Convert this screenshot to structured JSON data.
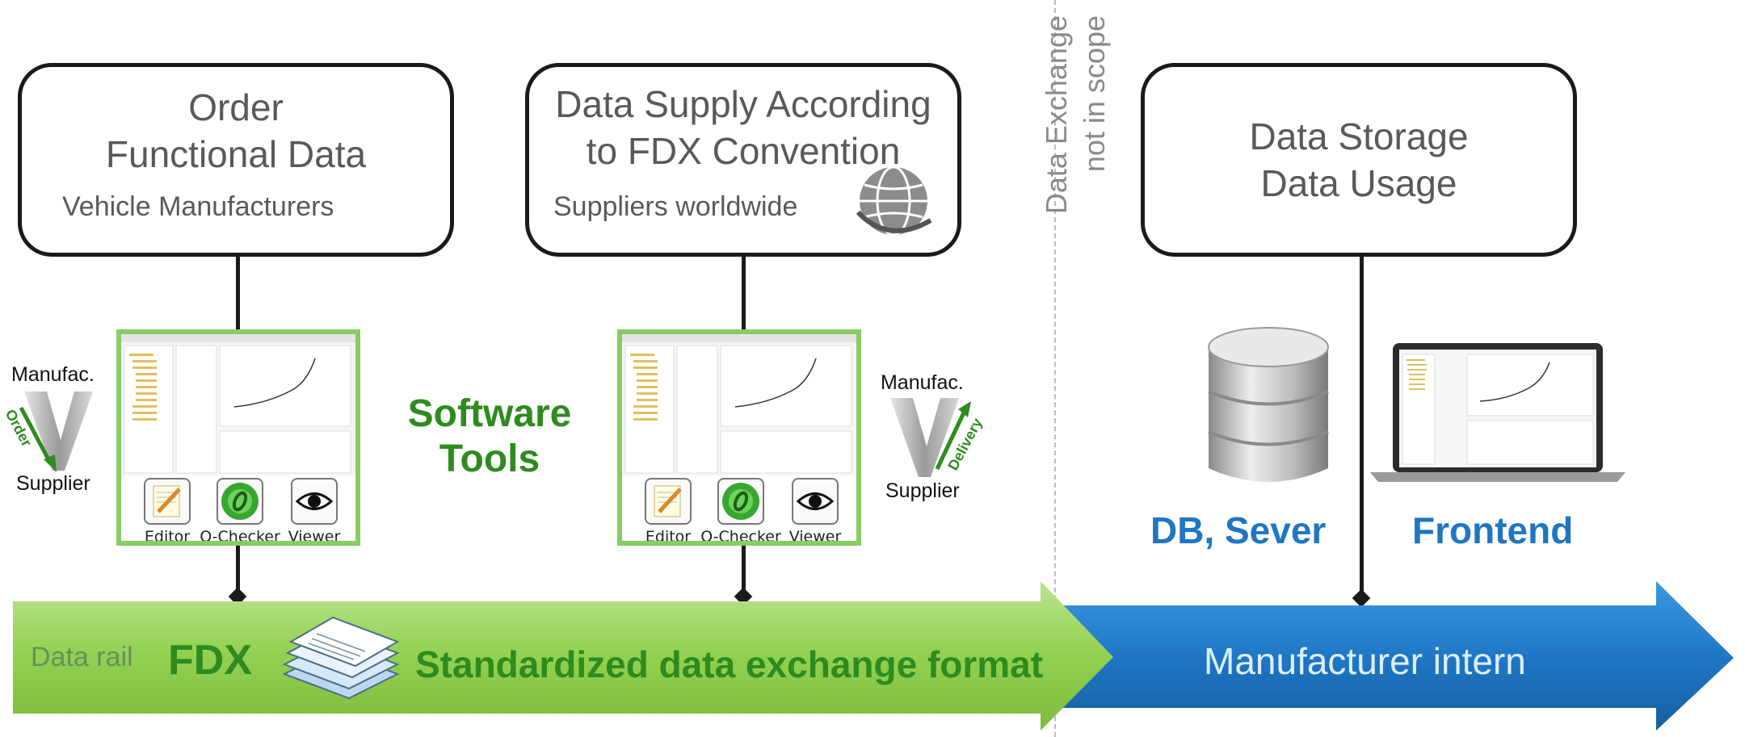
{
  "boxes": {
    "order": {
      "title_line1": "Order",
      "title_line2": "Functional Data",
      "subtitle": "Vehicle Manufacturers"
    },
    "supply": {
      "title_line1": "Data Supply According",
      "title_line2": "to FDX Convention",
      "subtitle": "Suppliers worldwide"
    },
    "storage": {
      "title_line1": "Data Storage",
      "title_line2": "Data Usage"
    }
  },
  "scope_note": {
    "line1": "Data Exchange",
    "line2": "not in scope"
  },
  "software_tools": {
    "line1": "Software",
    "line2": "Tools"
  },
  "tools": {
    "editor": "Editor",
    "qchecker": "Q-Checker",
    "viewer": "Viewer"
  },
  "order_flow": {
    "top": "Manufac.",
    "bottom": "Supplier",
    "arrow": "Order"
  },
  "delivery_flow": {
    "top": "Manufac.",
    "bottom": "Supplier",
    "arrow": "Delivery"
  },
  "db_label": "DB, Sever",
  "frontend_label": "Frontend",
  "rail": {
    "label": "Data rail",
    "fdx": "FDX",
    "standard": "Standardized data exchange format",
    "intern": "Manufacturer intern"
  },
  "colors": {
    "green_rail": "#92d050",
    "green_text": "#2e8b1e",
    "blue_rail": "#1f77c6",
    "blue_text": "#1f76c2",
    "tool_border": "#88cc66"
  }
}
